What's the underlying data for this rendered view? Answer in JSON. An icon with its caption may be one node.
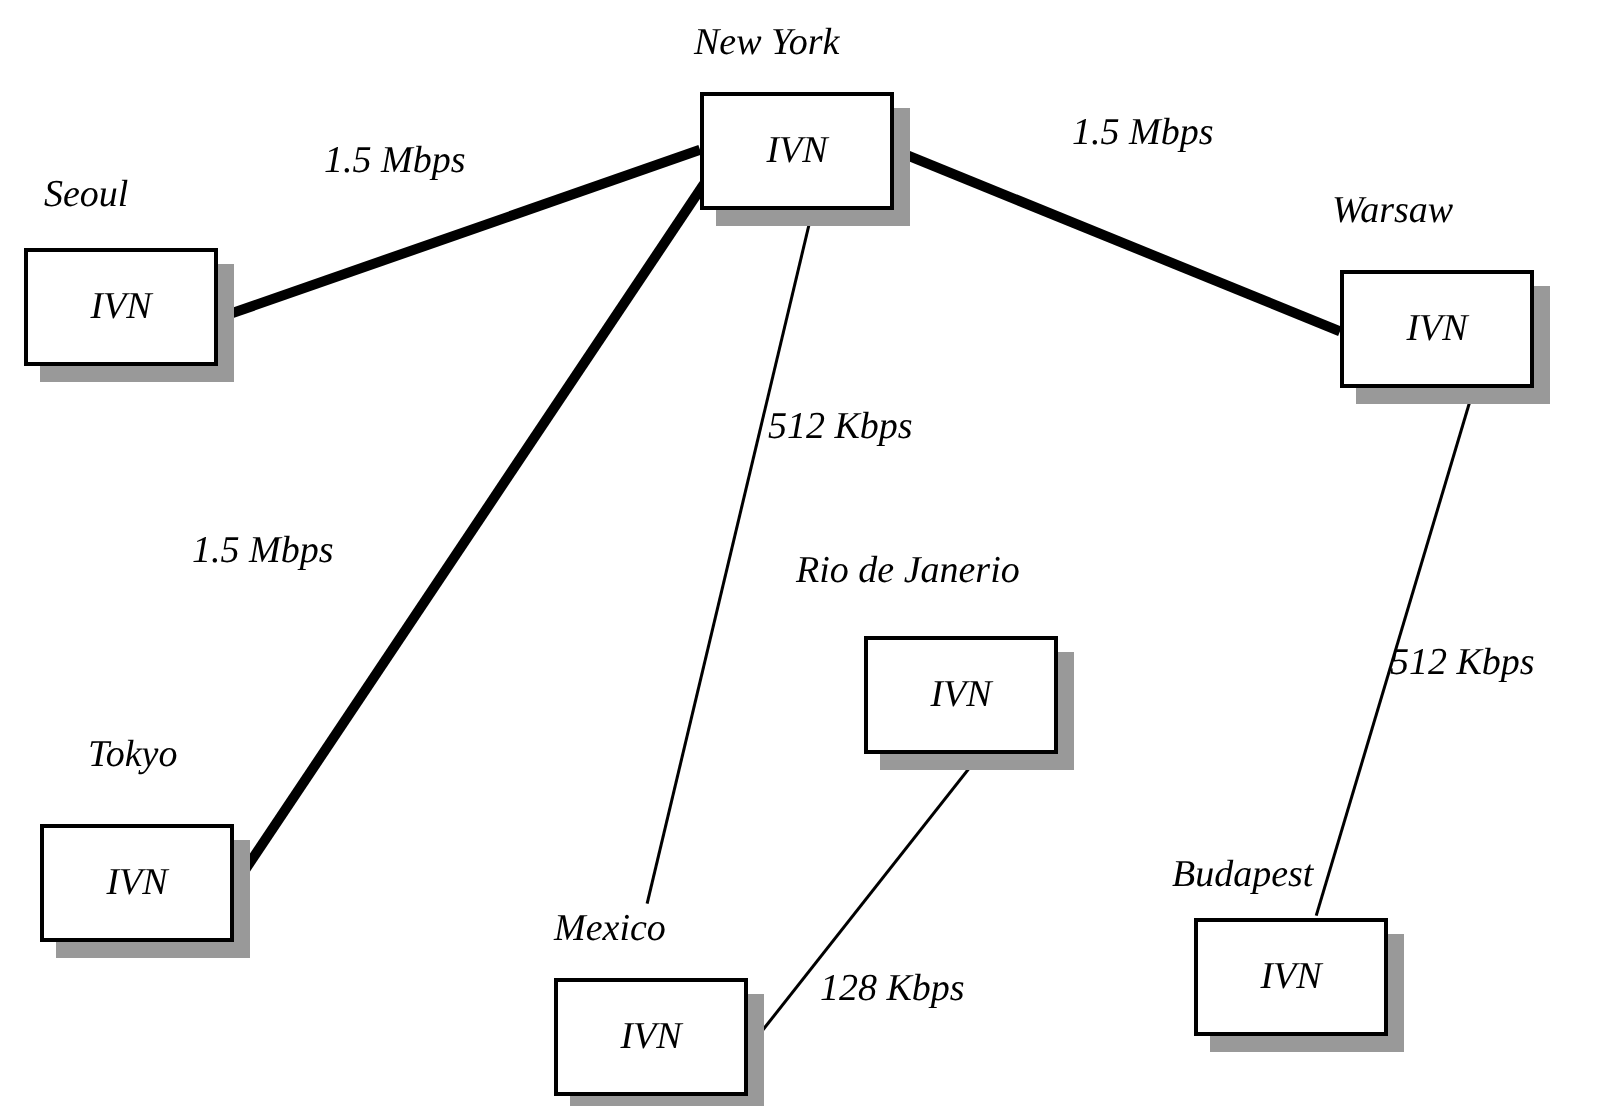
{
  "diagram": {
    "nodes": [
      {
        "text": [
          "New York",
          "IVN"
        ]
      },
      {
        "text": [
          "Seoul",
          "IVN"
        ]
      },
      {
        "text": [
          "Warsaw",
          "IVN"
        ]
      },
      {
        "text": [
          "Tokyo",
          "IVN"
        ]
      },
      {
        "text": [
          "Rio de Janerio",
          "IVN"
        ]
      },
      {
        "text": [
          "Mexico",
          "IVN"
        ]
      },
      {
        "text": [
          "Budapest",
          "IVN"
        ]
      }
    ],
    "edges": [
      {
        "from": 1,
        "to": 0,
        "arrow": "none",
        "label": "1.5 Mbps",
        "style": "thick"
      },
      {
        "from": 0,
        "to": 2,
        "arrow": "none",
        "label": "1.5 Mbps",
        "style": "thick"
      },
      {
        "from": 0,
        "to": 5,
        "arrow": "none",
        "label": "512 Kbps"
      },
      {
        "from": 3,
        "to": 0,
        "arrow": "none",
        "label": "1.5 Mbps",
        "style": "thick"
      },
      {
        "from": 2,
        "to": 6,
        "arrow": "none",
        "label": "512 Kbps"
      },
      {
        "from": 4,
        "to": 5,
        "arrow": "none",
        "label": "128 Kbps"
      }
    ]
  }
}
